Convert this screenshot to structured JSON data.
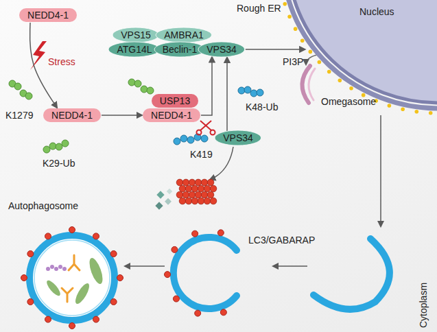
{
  "diagram": {
    "nodes": [
      {
        "text": [
          "NEDD4-1"
        ]
      },
      {
        "text": [
          "VPS15"
        ]
      },
      {
        "text": [
          "AMBRA1"
        ]
      },
      {
        "text": [
          "ATG14L"
        ]
      },
      {
        "text": [
          "Beclin-1"
        ]
      },
      {
        "text": [
          "VPS34"
        ]
      },
      {
        "text": [
          "Nucleus"
        ]
      },
      {
        "text": [
          "NEDD4-1"
        ]
      },
      {
        "text": [
          "USP13"
        ]
      },
      {
        "text": [
          "NEDD4-1"
        ]
      },
      {
        "text": [
          "VPS34"
        ]
      }
    ],
    "edges": [
      {
        "from": 0,
        "to": 7,
        "arrow": "to"
      },
      {
        "from": 7,
        "to": 9,
        "arrow": "to"
      },
      {
        "from": 9,
        "to": 5,
        "arrow": "to"
      },
      {
        "from": 10,
        "to": 5,
        "arrow": "to"
      },
      {
        "from": 5,
        "to": 6,
        "arrow": "to"
      }
    ],
    "labels": [
      "Rough ER",
      "Stress",
      "PI3P",
      "K1279",
      "Omegasome",
      "K48-Ub",
      "K419",
      "K29-Ub",
      "Autophagosome",
      "LC3/GABARAP",
      "Cytoplasm"
    ]
  }
}
